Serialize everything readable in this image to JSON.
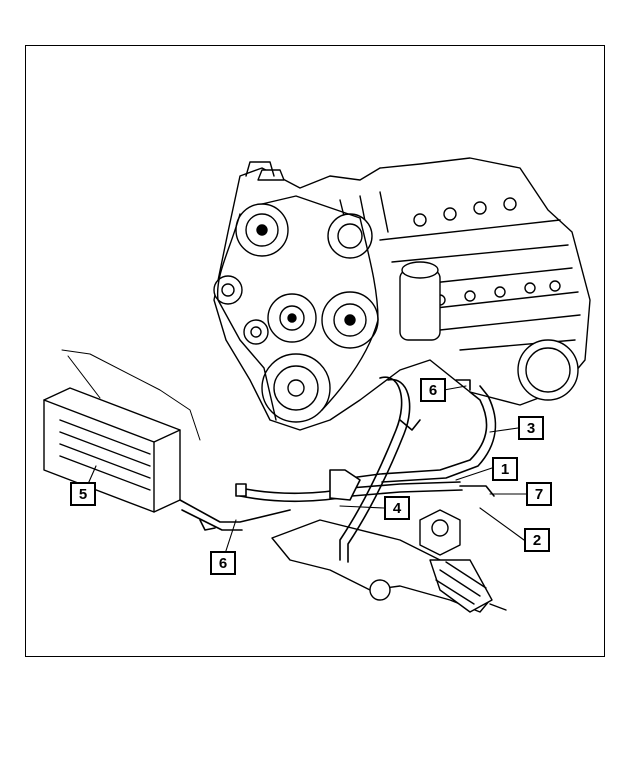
{
  "diagram": {
    "subject": "engine-power-steering-hoses",
    "callouts": [
      {
        "id": "c1",
        "label": "1"
      },
      {
        "id": "c2",
        "label": "2"
      },
      {
        "id": "c3",
        "label": "3"
      },
      {
        "id": "c4",
        "label": "4"
      },
      {
        "id": "c5",
        "label": "5"
      },
      {
        "id": "c6a",
        "label": "6"
      },
      {
        "id": "c6b",
        "label": "6"
      },
      {
        "id": "c7",
        "label": "7"
      }
    ]
  },
  "colors": {
    "line": "#000000",
    "background": "#ffffff"
  }
}
